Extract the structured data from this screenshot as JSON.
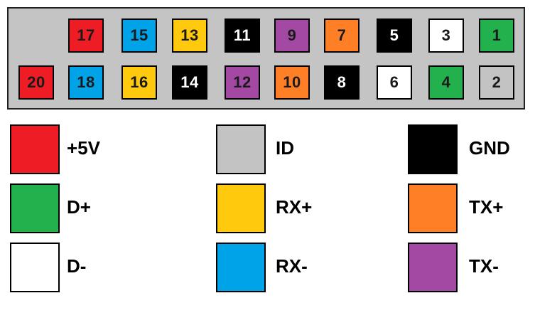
{
  "colors": {
    "red": "#ee1c25",
    "green": "#22b14c",
    "white": "#ffffff",
    "gray": "#c3c3c3",
    "yellow": "#ffc90e",
    "blue": "#00a2e8",
    "black": "#000000",
    "orange": "#ff7f27",
    "purple": "#a349a4"
  },
  "pins": [
    {
      "id": "17",
      "color": "red"
    },
    {
      "id": "15",
      "color": "blue"
    },
    {
      "id": "13",
      "color": "yellow"
    },
    {
      "id": "11",
      "color": "black"
    },
    {
      "id": "9",
      "color": "purple"
    },
    {
      "id": "7",
      "color": "orange"
    },
    {
      "id": "5",
      "color": "black"
    },
    {
      "id": "3",
      "color": "white"
    },
    {
      "id": "1",
      "color": "green"
    },
    {
      "id": "20",
      "color": "red"
    },
    {
      "id": "18",
      "color": "blue"
    },
    {
      "id": "16",
      "color": "yellow"
    },
    {
      "id": "14",
      "color": "black"
    },
    {
      "id": "12",
      "color": "purple"
    },
    {
      "id": "10",
      "color": "orange"
    },
    {
      "id": "8",
      "color": "black"
    },
    {
      "id": "6",
      "color": "white"
    },
    {
      "id": "4",
      "color": "green"
    },
    {
      "id": "2",
      "color": "gray"
    }
  ],
  "legend": [
    {
      "label": "+5V",
      "color": "red"
    },
    {
      "label": "ID",
      "color": "gray"
    },
    {
      "label": "GND",
      "color": "black"
    },
    {
      "label": "D+",
      "color": "green"
    },
    {
      "label": "RX+",
      "color": "yellow"
    },
    {
      "label": "TX+",
      "color": "orange"
    },
    {
      "label": "D-",
      "color": "white"
    },
    {
      "label": "RX-",
      "color": "blue"
    },
    {
      "label": "TX-",
      "color": "purple"
    }
  ]
}
